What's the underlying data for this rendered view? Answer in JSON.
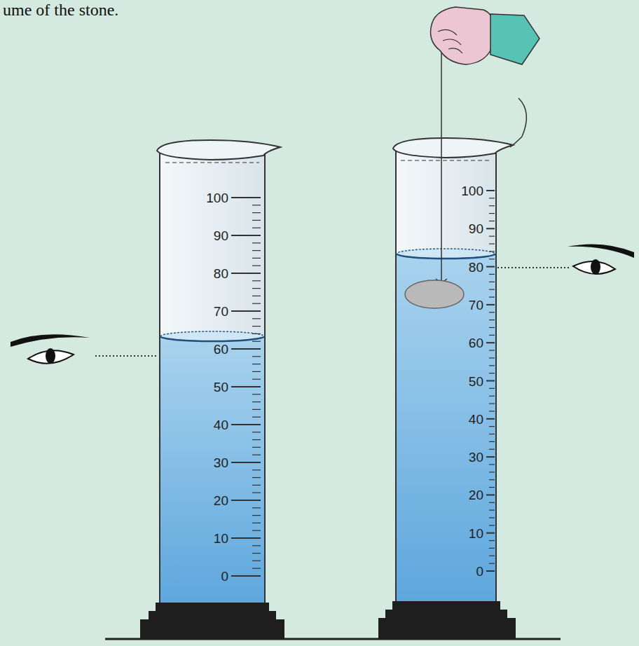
{
  "diagram": {
    "labels": [
      "ume of the stone.",
      "100",
      "90",
      "80",
      "70",
      "60",
      "50",
      "40",
      "30",
      "20",
      "10",
      "0",
      "100",
      "90",
      "80",
      "70",
      "60",
      "50",
      "40",
      "30",
      "20",
      "10",
      "0"
    ]
  }
}
